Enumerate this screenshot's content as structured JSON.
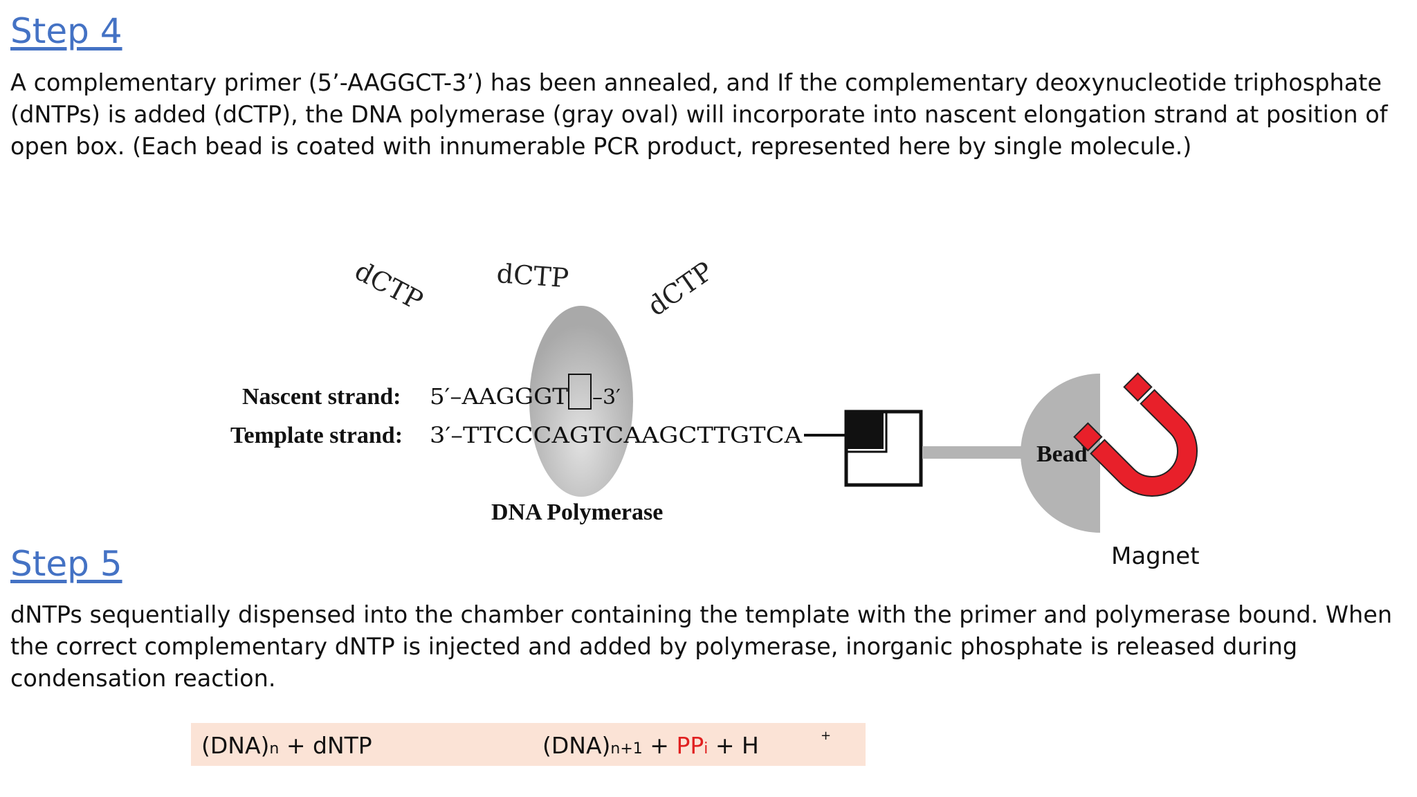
{
  "step4": {
    "heading": "Step 4",
    "text": "A complementary primer (5’-AAGGCT-3’) has been annealed, and If the complementary deoxynucleotide triphosphate (dNTPs) is added (dCTP), the DNA polymerase (gray oval) will incorporate into nascent elongation strand at position of open box. (Each bead is coated with innumerable PCR product, represented here by single molecule.)"
  },
  "diagram": {
    "dntp_labels": [
      "dCTP",
      "dCTP",
      "dCTP"
    ],
    "nascent_label": "Nascent strand:",
    "nascent_prefix": "5′–AAGGGT",
    "nascent_suffix": "–3′",
    "template_label": "Template strand:",
    "template_seq": "3′–TTCCCAGTCAAGCTTGTCA",
    "polymerase_label": "DNA Polymerase",
    "bead_label": "Bead",
    "magnet_label": "Magnet",
    "colors": {
      "polymerase": "#B4B4B4",
      "bead": "#B4B4B4",
      "magnet": "#E8202A",
      "linker": "#B4B4B4"
    }
  },
  "step5": {
    "heading": "Step 5",
    "text": "dNTPs sequentially dispensed into the chamber containing the template with the primer and polymerase bound. When the correct complementary dNTP is injected and added by polymerase, inorganic phosphate is released during condensation reaction."
  },
  "equation": {
    "reactants": "(DNA)",
    "reactant_sub": "n",
    "reactant_plus": " + dNTP",
    "product": "(DNA)",
    "product_sub": "n+1",
    "plus1": " + ",
    "ppi": "PP",
    "ppi_sub": "i",
    "plus2": " + H",
    "charge": "+",
    "background": "#FBE3D6"
  }
}
